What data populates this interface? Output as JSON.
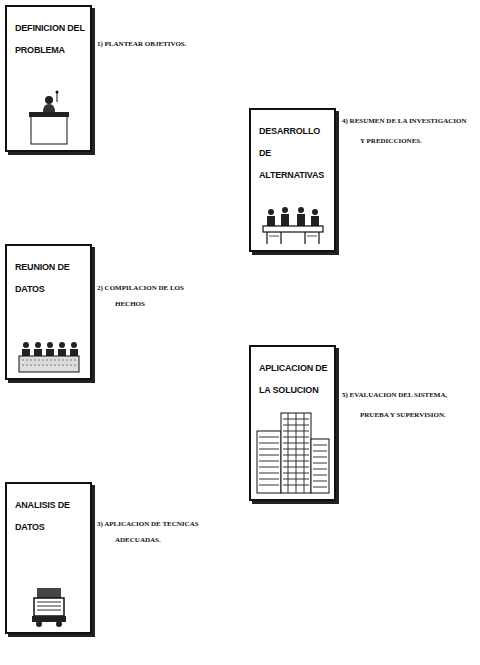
{
  "diagram": {
    "nodes": [
      {
        "text": [
          "DEFINICION DEL PROBLEMA"
        ]
      },
      {
        "text": [
          "REUNION DE DATOS"
        ]
      },
      {
        "text": [
          "ANALISIS DE DATOS"
        ]
      },
      {
        "text": [
          "DESARROLLO DE ALTERNATIVAS"
        ]
      },
      {
        "text": [
          "APLICACION DE LA SOLUCION"
        ]
      }
    ],
    "labels": [
      "1) PLANTEAR OBJETIVOS.",
      "2) COMPILACION DE LOS HECHOS",
      "3) APLICACION DE TECNICAS ADECUADAS.",
      "4) RESUMEN DE LA INVESTIGACION Y PREDICCIONES.",
      "5) EVALUACION DEL SISTEMA, PRUEBA Y SUPERVISION."
    ]
  }
}
